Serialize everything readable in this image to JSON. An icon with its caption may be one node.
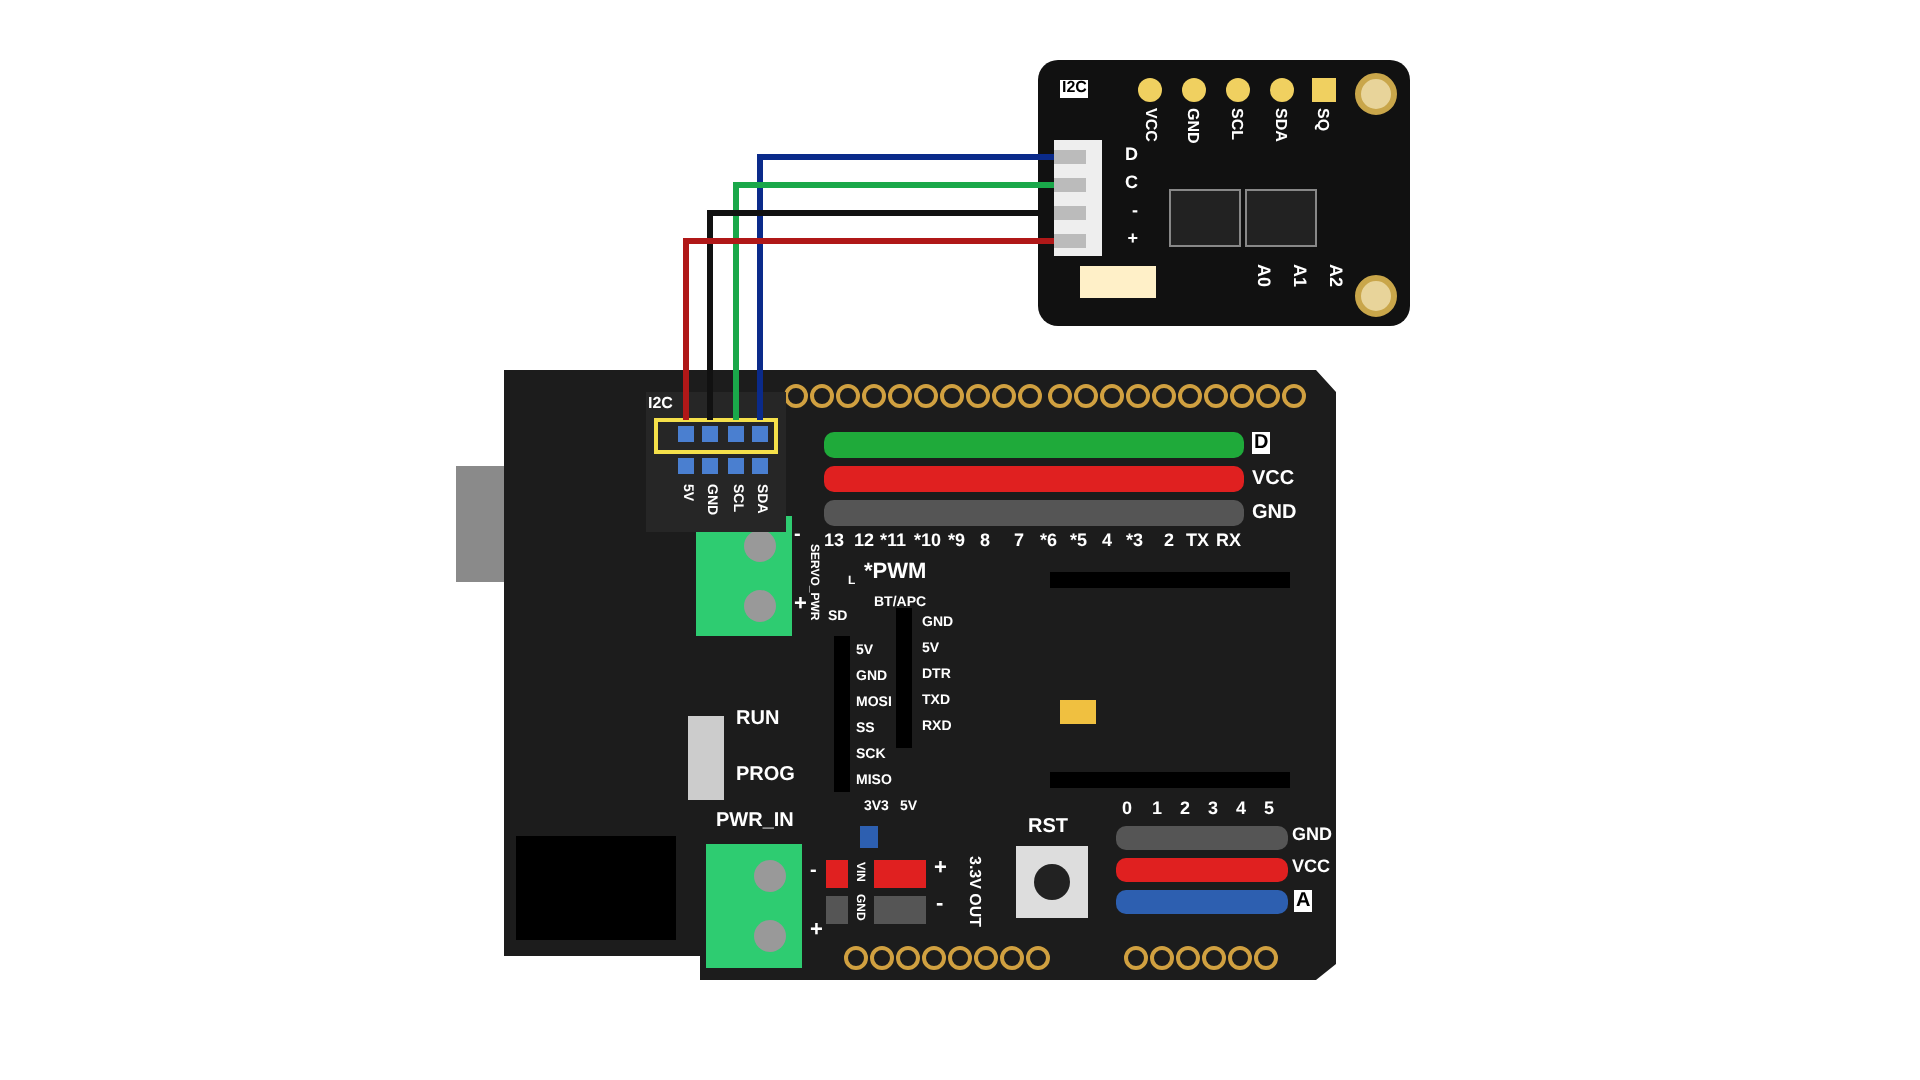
{
  "diagram": {
    "nodes": [
      {
        "text": [],
        "shape": "box"
      },
      {
        "text": [
          "D"
        ],
        "in": 0
      },
      {
        "text": [
          "C"
        ],
        "in": 0
      },
      {
        "text": [
          "-"
        ],
        "in": 0
      },
      {
        "text": [
          "+"
        ],
        "in": 0
      },
      {
        "text": [],
        "shape": "box"
      },
      {
        "text": [
          "I2C"
        ],
        "in": 5
      },
      {
        "text": [
          "5V"
        ],
        "in": 6
      },
      {
        "text": [
          "GND"
        ],
        "in": 6
      },
      {
        "text": [
          "SCL"
        ],
        "in": 6
      },
      {
        "text": [
          "SDA"
        ],
        "in": 6
      }
    ],
    "edges": [
      {
        "from": 1,
        "to": 10,
        "arrow": "none",
        "color": "#0a2a8a"
      },
      {
        "from": 2,
        "to": 9,
        "arrow": "none",
        "color": "#1aa84a"
      },
      {
        "from": 3,
        "to": 8,
        "arrow": "none",
        "color": "#111111"
      },
      {
        "from": 4,
        "to": 7,
        "arrow": "none",
        "color": "#b01818"
      }
    ],
    "labels": [
      "I2C",
      "VCC",
      "GND",
      "SCL",
      "SDA",
      "SQ",
      "A0",
      "A1",
      "A2",
      "D",
      "VCC",
      "GND",
      "13",
      "12",
      "*11",
      "*10",
      "*9",
      "8",
      "7",
      "*6",
      "*5",
      "4",
      "*3",
      "2",
      "TX",
      "RX",
      "-",
      "+",
      "SERVO_PWR",
      "L",
      "*PWM",
      "BT/APC",
      "GND",
      "5V",
      "DTR",
      "TXD",
      "RXD",
      "SD",
      "5V",
      "GND",
      "MOSI",
      "SS",
      "SCK",
      "MISO",
      "RUN",
      "PROG",
      "3V3",
      "5V",
      "PWR_IN",
      "-",
      "+",
      "VIN",
      "GND",
      "+",
      "-",
      "3.3V OUT",
      "RST",
      "0",
      "1",
      "2",
      "3",
      "4",
      "5",
      "GND",
      "VCC",
      "A"
    ]
  }
}
